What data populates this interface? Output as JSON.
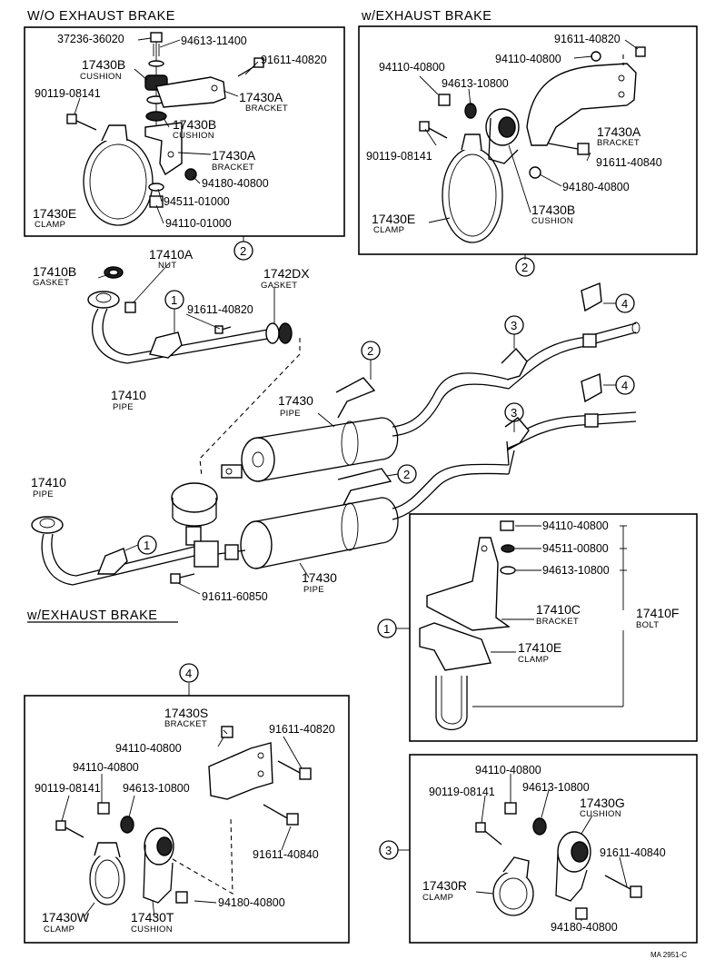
{
  "headers": {
    "wo_exhaust_brake": "W/O EXHAUST BRAKE",
    "w_exhaust_brake_top": "w/EXHAUST BRAKE",
    "w_exhaust_brake_mid": "w/EXHAUST BRAKE"
  },
  "callouts": {
    "c1": "1",
    "c2": "2",
    "c3": "3",
    "c4": "4"
  },
  "box_wo": {
    "p37236": "37236-36020",
    "p94613a": "94613-11400",
    "p17430b_1": "17430B",
    "cushion_1": "CUSHION",
    "p91611a": "91611-40820",
    "p17430a_1": "17430A",
    "bracket_1": "BRACKET",
    "p90119a": "90119-08141",
    "p17430b_2": "17430B",
    "cushion_2": "CUSHION",
    "p17430a_2": "17430A",
    "bracket_2": "BRACKET",
    "p94180a": "94180-40800",
    "p17430e": "17430E",
    "clamp": "CLAMP",
    "p94511a": "94511-01000",
    "p94110a": "94110-01000"
  },
  "box_w": {
    "p91611a": "91611-40820",
    "p94110a": "94110-40800",
    "p94110b": "94110-40800",
    "p94613": "94613-10800",
    "p90119": "90119-08141",
    "p17430a": "17430A",
    "bracket": "BRACKET",
    "p91611b": "91611-40840",
    "p94180": "94180-40800",
    "p17430e": "17430E",
    "clamp": "CLAMP",
    "p17430b": "17430B",
    "cushion": "CUSHION"
  },
  "main": {
    "p17410b": "17410B",
    "gasket_1": "GASKET",
    "p17410a": "17410A",
    "nut": "NUT",
    "p17420x": "1742DX",
    "gasket_2": "GASKET",
    "p91611": "91611-40820",
    "p17410_1": "17410",
    "pipe_1": "PIPE",
    "p17430_1": "17430",
    "pipe_2": "PIPE",
    "p17410_2": "17410",
    "pipe_3": "PIPE",
    "p91611_60850": "91611-60850",
    "p17430_2": "17430",
    "pipe_4": "PIPE"
  },
  "box_1": {
    "p94110": "94110-40800",
    "p94511": "94511-00800",
    "p94613": "94613-10800",
    "p17410c": "17410C",
    "bracket": "BRACKET",
    "p17410f": "17410F",
    "bolt": "BOLT",
    "p17410e": "17410E",
    "clamp": "CLAMP"
  },
  "box_4": {
    "p17430s": "17430S",
    "bracket": "BRACKET",
    "p91611a": "91611-40820",
    "p94110a": "94110-40800",
    "p94110b": "94110-40800",
    "p90119": "90119-08141",
    "p94613": "94613-10800",
    "p91611b": "91611-40840",
    "p94180": "94180-40800",
    "p17430w": "17430W",
    "clamp": "CLAMP",
    "p17430t": "17430T",
    "cushion": "CUSHION"
  },
  "box_3": {
    "p94110": "94110-40800",
    "p90119": "90119-08141",
    "p94613": "94613-10800",
    "p17430g": "17430G",
    "cushion": "CUSHION",
    "p91611": "91611-40840",
    "p17430r": "17430R",
    "clamp": "CLAMP",
    "p94180": "94180-40800"
  },
  "footer": {
    "code": "MA 2951-C"
  }
}
